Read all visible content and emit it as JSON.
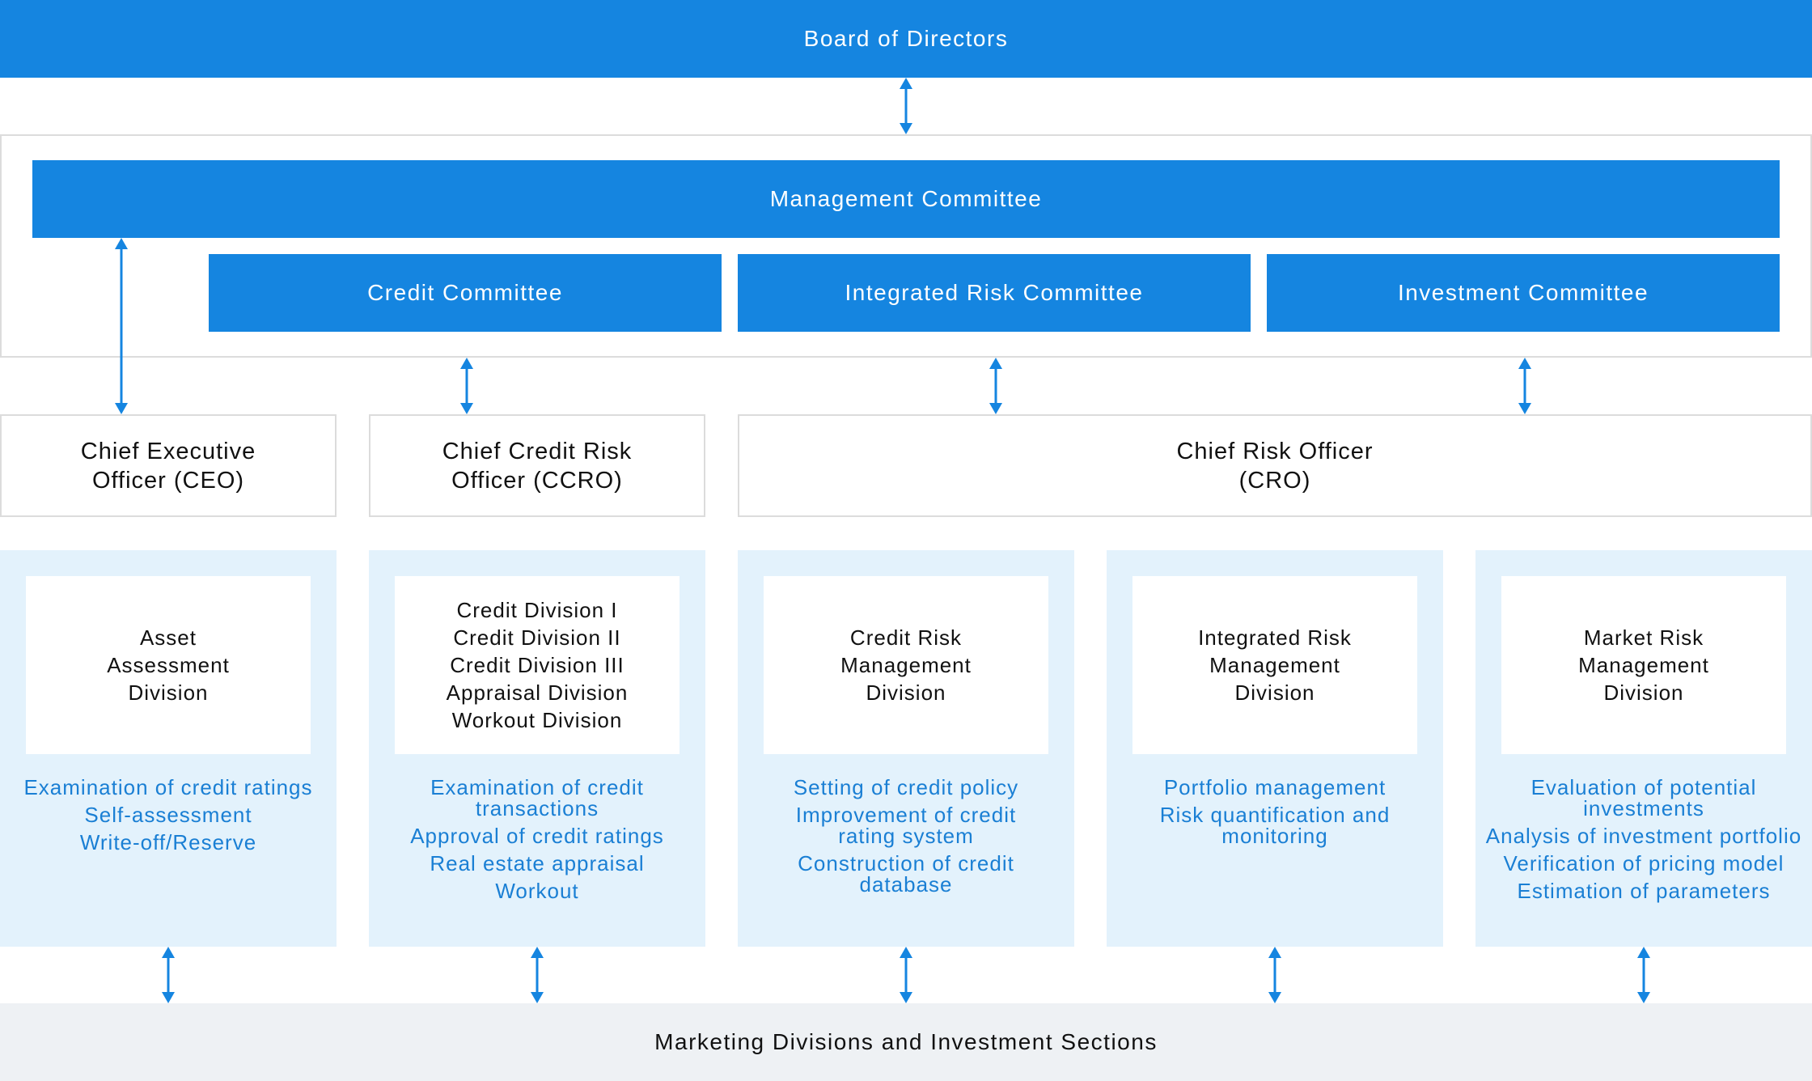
{
  "board": {
    "label": "Board of Directors"
  },
  "management": {
    "label": "Management Committee",
    "committees": [
      {
        "label": "Credit Committee"
      },
      {
        "label": "Integrated Risk Committee"
      },
      {
        "label": "Investment Committee"
      }
    ]
  },
  "officers": [
    {
      "label": "Chief Executive\nOfficer (CEO)"
    },
    {
      "label": "Chief Credit Risk\nOfficer (CCRO)"
    },
    {
      "label": "Chief Risk Officer\n(CRO)"
    }
  ],
  "divisions": [
    {
      "name_lines": [
        "Asset",
        "Assessment",
        "Division"
      ],
      "tasks": [
        "Examination of credit ratings",
        "Self-assessment",
        "Write-off/Reserve"
      ]
    },
    {
      "name_lines": [
        "Credit Division I",
        "Credit Division II",
        "Credit Division III",
        "Appraisal Division",
        "Workout Division"
      ],
      "tasks": [
        "Examination of credit transactions",
        "Approval of credit ratings",
        "Real estate appraisal",
        "Workout"
      ]
    },
    {
      "name_lines": [
        "Credit Risk",
        "Management",
        "Division"
      ],
      "tasks": [
        "Setting of credit policy",
        "Improvement of credit rating system",
        "Construction of credit database"
      ]
    },
    {
      "name_lines": [
        "Integrated Risk",
        "Management",
        "Division"
      ],
      "tasks": [
        "Portfolio management",
        "Risk quantification and monitoring"
      ]
    },
    {
      "name_lines": [
        "Market Risk",
        "Management",
        "Division"
      ],
      "tasks": [
        "Evaluation of potential investments",
        "Analysis of investment portfolio",
        "Verification of pricing model",
        "Estimation of parameters"
      ]
    }
  ],
  "bottom": {
    "label": "Marketing Divisions and Investment Sections"
  },
  "colors": {
    "primary": "#1585e0",
    "light_panel": "#e3f2fc",
    "task_text": "#1a7fd4",
    "bottom_bg": "#eef1f4",
    "border": "#dcdcdc"
  }
}
